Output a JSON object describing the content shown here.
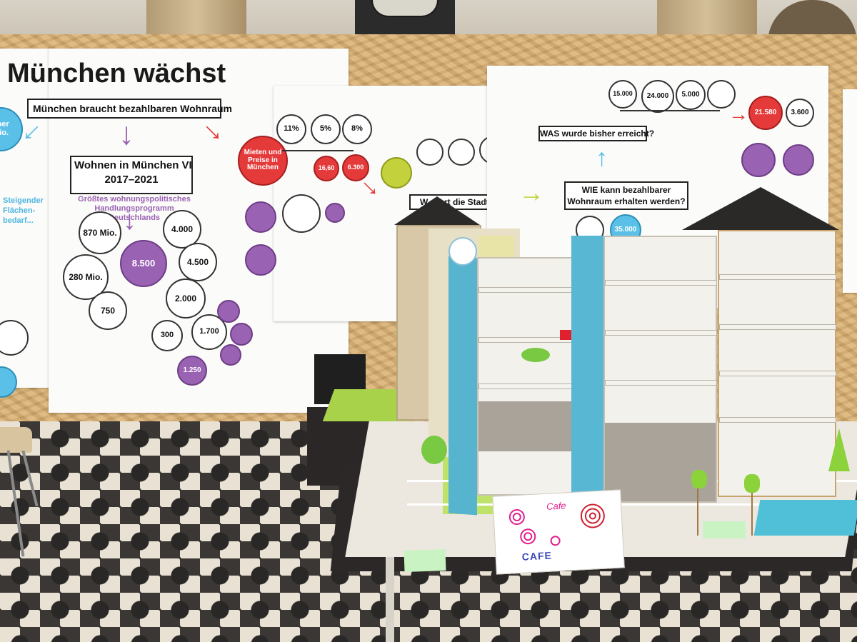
{
  "posters": {
    "main_title": "München wächst",
    "need_label": "München braucht bezahlbaren Wohnraum",
    "program_label": "Wohnen in München VI",
    "program_years": "2017–2021",
    "program_sub": "Größtes wohnungspolitisches Handlungsprogramm Deutschlands",
    "side_fragment": "Steigender Flächen-bedarf...",
    "budget_city": "870 Mio.",
    "budget_fed": "280 Mio.",
    "center_value": "8.500",
    "value_4000": "4.000",
    "value_4500": "4.500",
    "value_2000": "2.000",
    "value_750": "750",
    "value_300": "300",
    "value_1700": "1.700",
    "value_1250": "1.250",
    "rents_label": "Mieten und Preise in München",
    "pct_11": "11%",
    "pct_5": "5%",
    "pct_8": "8%",
    "value_1660": "16,60",
    "value_6300": "6.300",
    "achieved_label": "WAS wurde bisher erreicht?",
    "kept_label": "WIE kann bezahlbarer Wohnraum erhalten werden?",
    "city_label": "W... ...rt die Stadt?",
    "value_15000": "15.000",
    "value_24000": "24.000",
    "value_5000": "5.000",
    "value_21580": "21.580",
    "value_3600": "3.600",
    "value_35000": "35.000"
  },
  "model": {
    "sign_text": "CAFE",
    "sign_scribble": "Cafe"
  },
  "colors": {
    "purple": "#9a62b3",
    "red": "#e53a3a",
    "blue": "#5bc0e8",
    "lime": "#c3d23c"
  }
}
